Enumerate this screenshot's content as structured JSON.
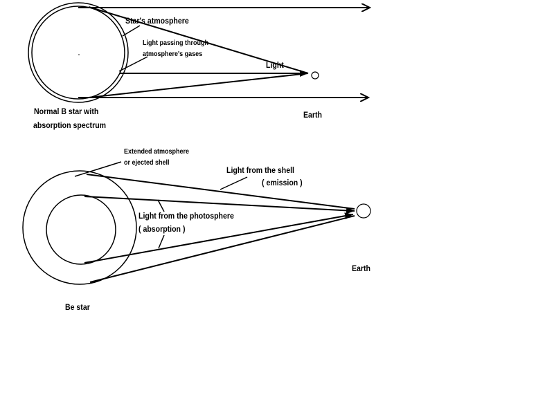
{
  "diagram": {
    "top": {
      "stars_atmosphere_label": "Star's atmosphere",
      "light_passing_line1": "Light passing through",
      "light_passing_line2": "atmosphere's gases",
      "light_label": "Light",
      "star_caption_line1": "Normal B star with",
      "star_caption_line2": "absorption spectrum",
      "earth_label": "Earth"
    },
    "bottom": {
      "extended_line1": "Extended atmosphere",
      "extended_line2": "or ejected shell",
      "shell_light_line1": "Light from the shell",
      "shell_light_line2": "( emission )",
      "photosphere_line1": "Light from the photosphere",
      "photosphere_line2": "( absorption )",
      "earth_label": "Earth",
      "star_caption": "Be star"
    },
    "colors": {
      "ink": "#000000",
      "background": "#ffffff"
    }
  }
}
